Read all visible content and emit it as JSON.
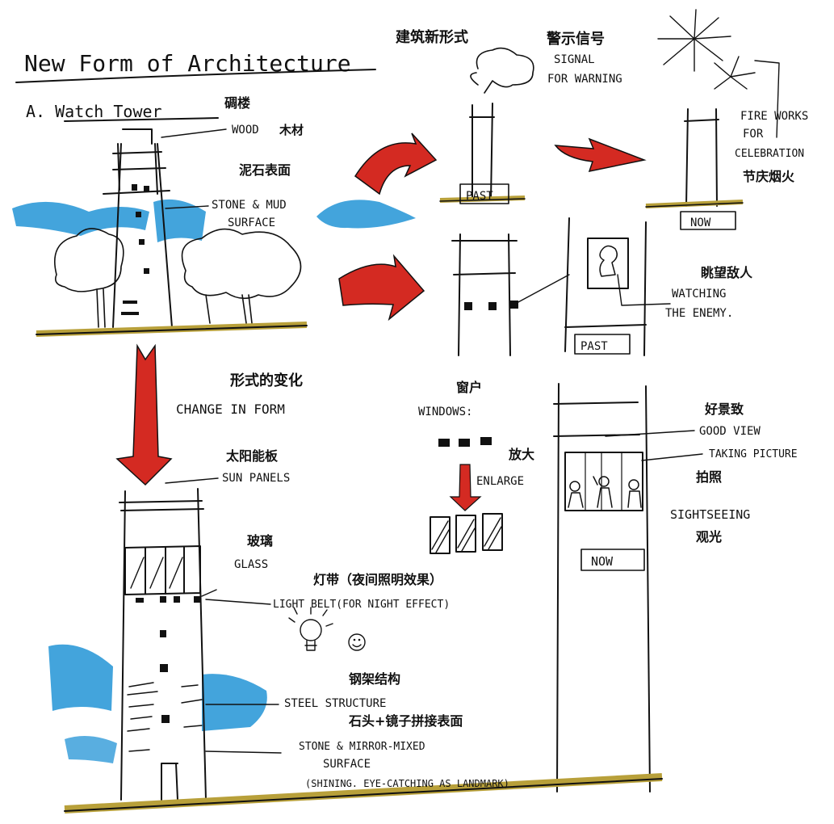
{
  "title": {
    "en": "New Form of Architecture",
    "cn": "建筑新形式"
  },
  "watch_tower": {
    "heading": "A. Watch Tower",
    "heading_cn": "碉楼",
    "wood": "WOOD",
    "wood_cn": "木材",
    "stone_cn": "泥石表面",
    "stone_line1": "STONE & MUD",
    "stone_line2": "SURFACE"
  },
  "change": {
    "cn": "形式的变化",
    "en": "CHANGE IN FORM"
  },
  "signal": {
    "cn": "警示信号",
    "line1": "SIGNAL",
    "line2": "FOR WARNING"
  },
  "fireworks": {
    "line1": "FIRE WORKS",
    "line2": "FOR",
    "line3": "CELEBRATION",
    "cn": "节庆烟火"
  },
  "labels": {
    "past": "PAST",
    "now": "NOW"
  },
  "watching": {
    "cn": "眺望敌人",
    "line1": "WATCHING",
    "line2": "THE ENEMY."
  },
  "windows": {
    "cn": "窗户",
    "en": "WINDOWS:",
    "enlarge_cn": "放大",
    "enlarge": "ENLARGE"
  },
  "goodview": {
    "cn": "好景致",
    "en": "GOOD VIEW",
    "taking": "TAKING PICTURE",
    "taking_cn": "拍照",
    "sight": "SIGHTSEEING",
    "sight_cn": "观光"
  },
  "new_tower": {
    "sun_cn": "太阳能板",
    "sun": "SUN PANELS",
    "glass_cn": "玻璃",
    "glass": "GLASS",
    "light_cn": "灯带（夜间照明效果）",
    "light": "LIGHT BELT(FOR NIGHT EFFECT)",
    "steel_cn": "钢架结构",
    "steel": "STEEL STRUCTURE",
    "mix_cn": "石头+镜子拼接表面",
    "mix_line1": "STONE & MIRROR-MIXED",
    "mix_line2": "SURFACE",
    "mix_line3": "(SHINING. EYE-CATCHING AS LANDMARK)"
  },
  "colors": {
    "ink": "#111111",
    "sky": "#2f9ad8",
    "arrow_red": "#d42a22",
    "ground": "#b8a03a"
  }
}
